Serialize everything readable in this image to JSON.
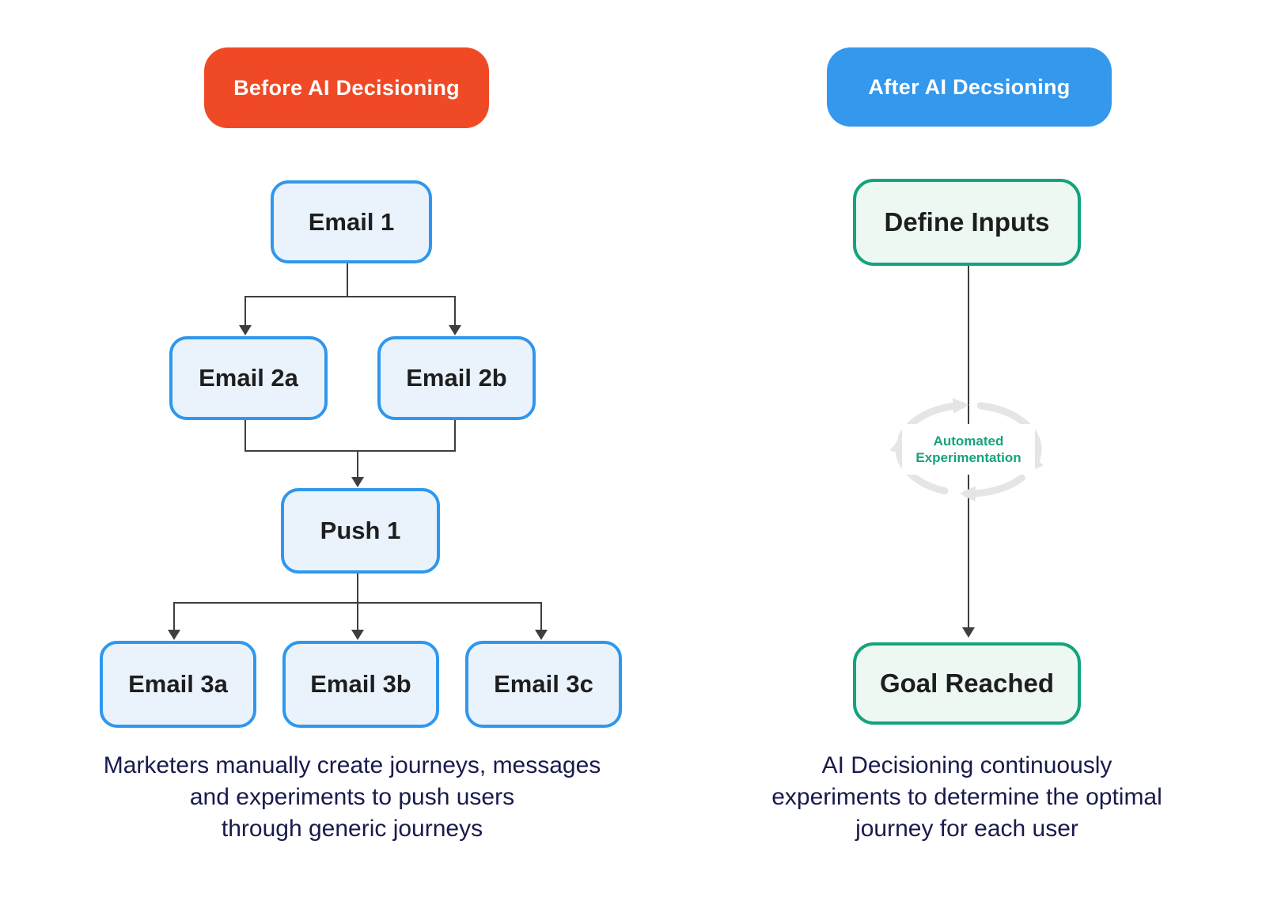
{
  "left_panel": {
    "header_label": "Before AI Decisioning",
    "nodes": {
      "email1": "Email 1",
      "email2a": "Email 2a",
      "email2b": "Email 2b",
      "push1": "Push 1",
      "email3a": "Email 3a",
      "email3b": "Email 3b",
      "email3c": "Email 3c"
    },
    "caption": "Marketers manually create journeys, messages\nand experiments to push users\nthrough generic journeys"
  },
  "right_panel": {
    "header_label": "After AI Decsioning",
    "nodes": {
      "define_inputs": "Define Inputs",
      "goal_reached": "Goal Reached"
    },
    "loop_label": "Automated\nExperimentation",
    "caption": "AI Decisioning continuously\nexperiments to determine the optimal\njourney for each user"
  },
  "colors": {
    "header_left_bg": "#EF4A25",
    "header_right_bg": "#3498EC",
    "header_text": "#FFFFFF",
    "blue_border": "#2F97EE",
    "blue_fill": "#EAF3FC",
    "green_border": "#14A37E",
    "green_fill": "#EDF8F2",
    "connector": "#3E3E3E",
    "loop_gray": "#E5E5E5",
    "loop_text": "#14A37E",
    "caption_text": "#191A4D",
    "node_text": "#1E1E1E"
  }
}
